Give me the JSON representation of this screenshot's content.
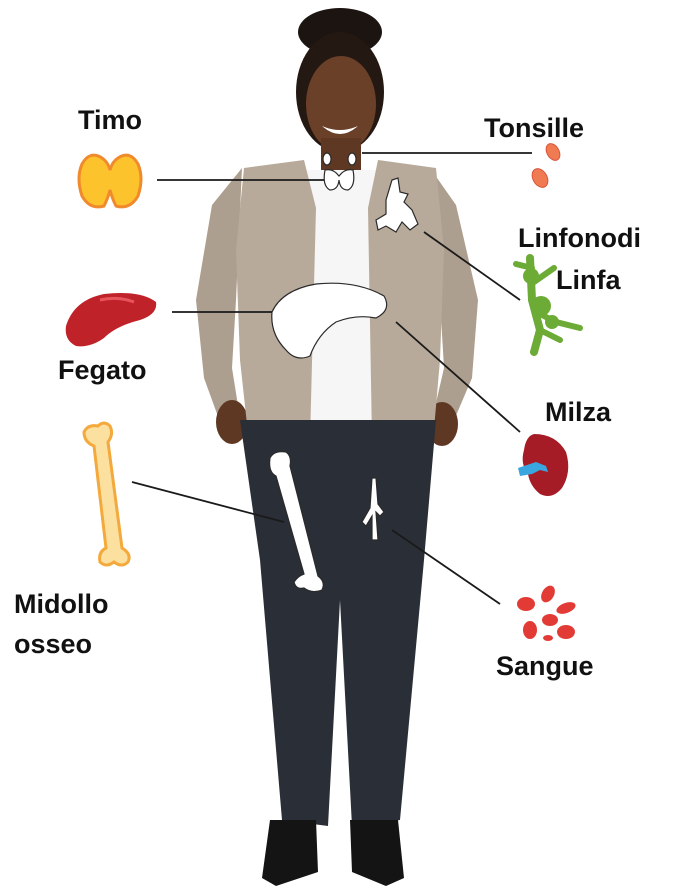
{
  "labels": {
    "thymus": "Timo",
    "tonsils": "Tonsille",
    "lymph_nodes": "Linfonodi",
    "lymph": "Linfa",
    "liver": "Fegato",
    "spleen": "Milza",
    "bone_marrow_line1": "Midollo",
    "bone_marrow_line2": "osseo",
    "blood": "Sangue"
  },
  "colors": {
    "thymus": "#fcc32c",
    "thymus_outline": "#f08a2c",
    "tonsils": "#f07a52",
    "lymph_node": "#6cab35",
    "liver": "#c0222a",
    "spleen": "#a61c26",
    "spleen_vessel": "#3aa6e0",
    "bone": "#fbe0a0",
    "bone_outline": "#f4a93c",
    "blood_cells": "#e23b35",
    "connector": "#1a1a1a",
    "cardigan": "#b8aa9a",
    "trousers": "#2a2e36",
    "skin": "#6b4028"
  },
  "icons": [
    "thymus-icon",
    "tonsils-icon",
    "lymph-node-icon",
    "liver-icon",
    "spleen-icon",
    "bone-icon",
    "blood-cells-icon"
  ]
}
